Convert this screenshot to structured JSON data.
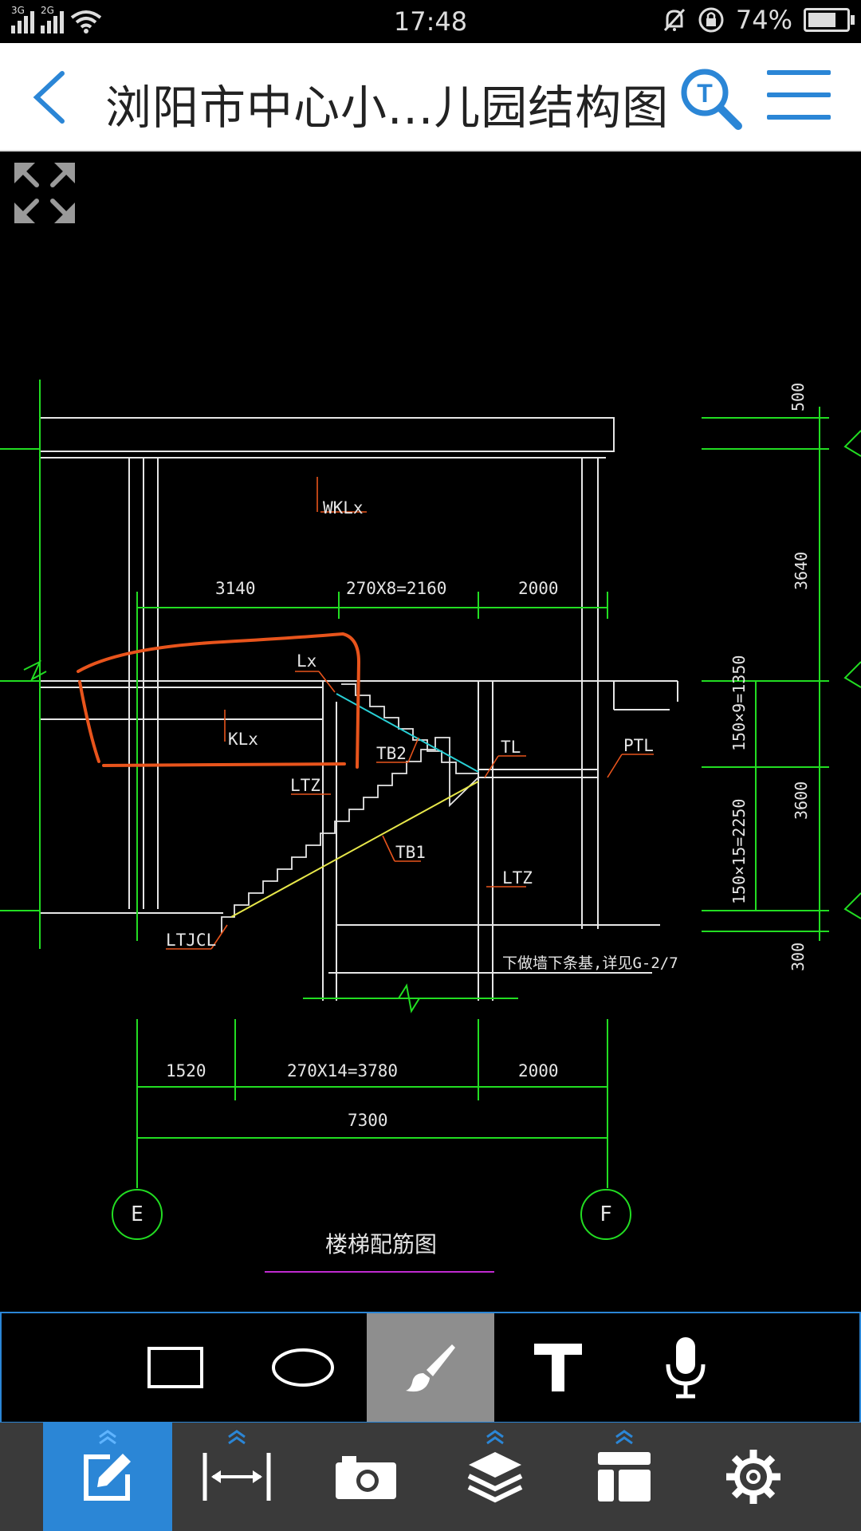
{
  "status_bar": {
    "network_1": "3G",
    "network_2": "2G",
    "time": "17:48",
    "battery_percent": "74%",
    "battery_level": 0.74,
    "icons": [
      "signal-icon",
      "wifi-icon",
      "mute-icon",
      "rotation-lock-icon",
      "battery-icon"
    ]
  },
  "header": {
    "title": "浏阳市中心小...儿园结构图",
    "back_icon": "back-chevron-icon",
    "search_icon": "text-search-icon",
    "menu_icon": "hamburger-menu-icon",
    "accent_color": "#2b86d6"
  },
  "drawing": {
    "dims_top": [
      "3140",
      "270X8=2160",
      "2000"
    ],
    "dims_bottom": [
      "1520",
      "270X14=3780",
      "2000"
    ],
    "dim_total": "7300",
    "dims_right": [
      "500",
      "3640",
      "3600",
      "300"
    ],
    "dims_right_inner": [
      "150×9=1350",
      "150×15=2250"
    ],
    "labels": {
      "wkl": "WKLx",
      "lx": "Lx",
      "klx": "KLx",
      "tb2": "TB2",
      "tl": "TL",
      "ptl": "PTL",
      "ltz_1": "LTZ",
      "tb1": "TB1",
      "ltz_2": "LTZ",
      "ltjcl": "LTJCL",
      "note": "下做墙下条基,详见G-2/7"
    },
    "grid_e": "E",
    "grid_f": "F",
    "caption": "楼梯配筋图",
    "markup_color": "#e8541c",
    "line_color": "#22dd22"
  },
  "annotation_toolbar": {
    "tools": [
      {
        "name": "rectangle-tool",
        "icon": "rectangle-icon",
        "active": false
      },
      {
        "name": "ellipse-tool",
        "icon": "ellipse-icon",
        "active": false
      },
      {
        "name": "brush-tool",
        "icon": "brush-icon",
        "active": true
      },
      {
        "name": "text-tool",
        "icon": "text-t-icon",
        "active": false
      },
      {
        "name": "voice-tool",
        "icon": "microphone-icon",
        "active": false
      }
    ]
  },
  "bottom_bar": {
    "items": [
      {
        "name": "annotate",
        "icon": "edit-icon",
        "active": true
      },
      {
        "name": "measure",
        "icon": "measure-icon",
        "active": false
      },
      {
        "name": "camera",
        "icon": "camera-icon",
        "active": false
      },
      {
        "name": "layers",
        "icon": "layers-icon",
        "active": false
      },
      {
        "name": "layout",
        "icon": "layout-icon",
        "active": false
      },
      {
        "name": "settings",
        "icon": "gear-icon",
        "active": false
      }
    ]
  }
}
